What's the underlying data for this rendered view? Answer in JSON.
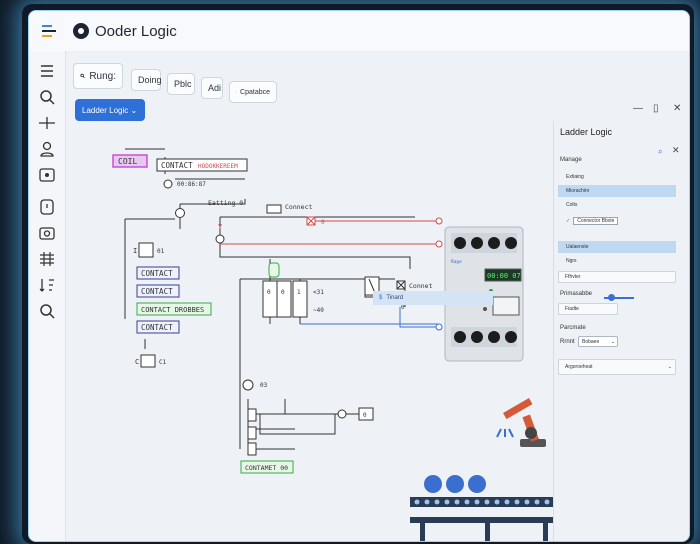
{
  "window": {
    "title": "Ooder Logic"
  },
  "toolbar": {
    "search_label": "Rung:",
    "btn1": "Doing",
    "btn2": "Pblc",
    "btn3": "Adi",
    "btn4": "Cpatabce",
    "dropdown": "Ladder Logic ⌄"
  },
  "ladder": {
    "coil": "COIL",
    "contact_top": "CONTACT",
    "contact_top_tag": "HODOKKEREEM",
    "tag_a": "00:86:87",
    "tag_b": "Eatting 0",
    "tag_c": "Connect",
    "tag_y": "Y",
    "tag_x": "0",
    "i_label": "I",
    "i_tag": "01",
    "contact_1": "CONTACT",
    "contact_2": "CONTACT",
    "contact_green": "CONTACT DROBBES",
    "contact_3": "CONTACT",
    "q_label": "C",
    "q_tag": "C1",
    "box_0a": "0",
    "box_0b": "0",
    "box_1": "1",
    "tag_g1": "<31",
    "tag_g2": "~40",
    "tag_conn2": "Connet",
    "tag_d": "0",
    "tag_03": "03",
    "tag_m": "0",
    "contact_bottom": "CONTAMET 00",
    "status_strip": "Tinard"
  },
  "plc": {
    "label": "Rage",
    "display": "00:00 07"
  },
  "panel": {
    "title": "Ladder Logic",
    "section_manage": "Manage",
    "rows": [
      "Extiaing",
      "Miorachinr",
      "Colts",
      "Connector Bbxte",
      "Ualaenste",
      "Ngrs"
    ],
    "field1": "Ffhvter",
    "label_params": "Primasabbe",
    "field2": "Fiadte",
    "section_params": "Parcmate",
    "select_label": "Rrnnt",
    "select_value": "Bobaee",
    "field3": "Argoroeheat"
  },
  "colors": {
    "accent": "#2e6fd8",
    "coil": "#c94fd6",
    "green": "#3aa84a",
    "red": "#d24b4b",
    "blue_wire": "#3a6fcf"
  }
}
